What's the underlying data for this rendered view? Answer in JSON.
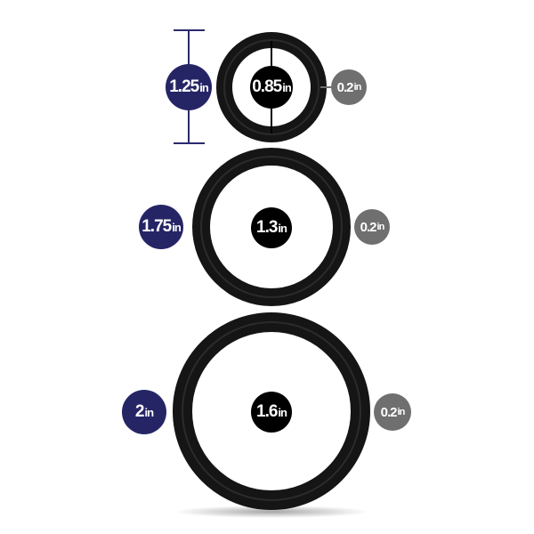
{
  "colors": {
    "ring": "#151515",
    "ring_highlight": "#3a3a3a",
    "outer_badge": "#252566",
    "inner_badge": "#000000",
    "thickness_badge": "#6f6f6f",
    "dimension_line": "#2b2b6e"
  },
  "rings": [
    {
      "outer_diameter": "1.25",
      "inner_diameter": "0.85",
      "thickness": "0.2",
      "unit": "in"
    },
    {
      "outer_diameter": "1.75",
      "inner_diameter": "1.3",
      "thickness": "0.2",
      "unit": "in"
    },
    {
      "outer_diameter": "2",
      "inner_diameter": "1.6",
      "thickness": "0.2",
      "unit": "in"
    }
  ]
}
